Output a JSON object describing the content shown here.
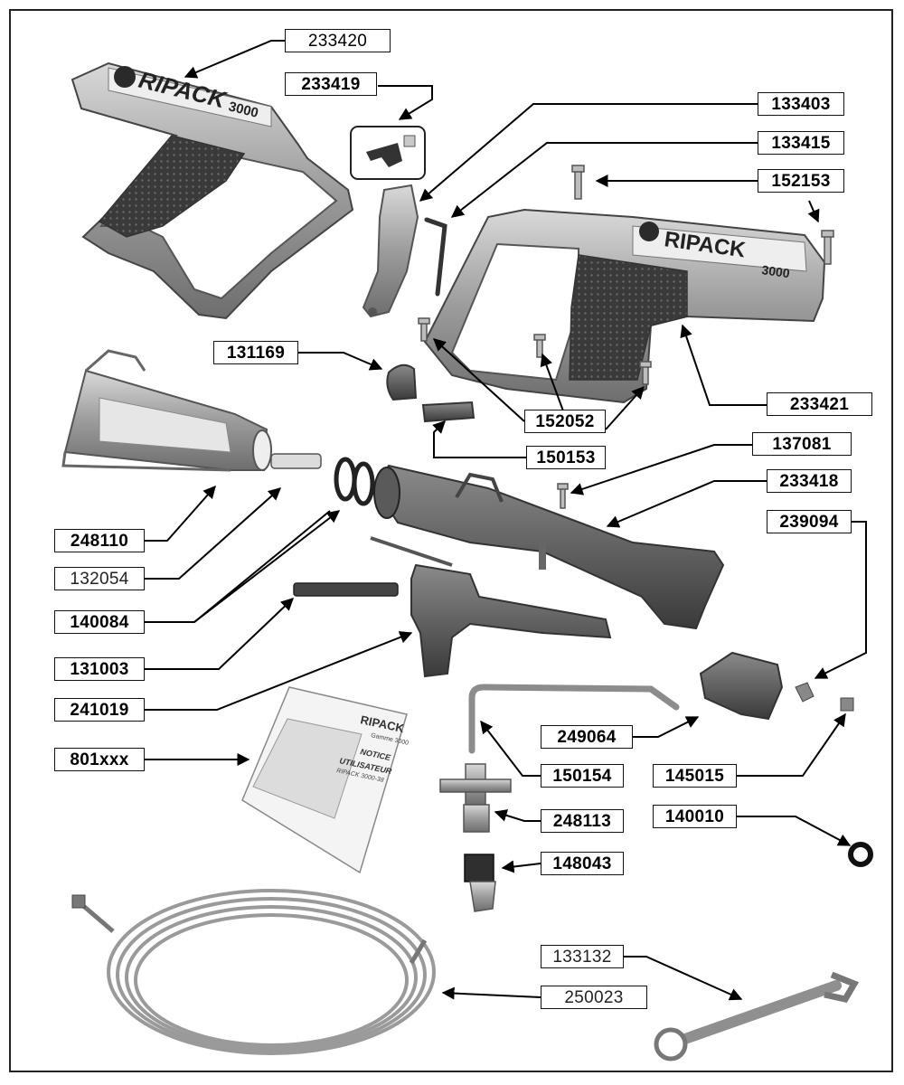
{
  "brand": {
    "name": "RIPACK",
    "model": "3000",
    "manual_line1": "NOTICE",
    "manual_line2": "UTILISATEUR",
    "manual_line3": "RIPACK 3000-38",
    "manual_line4": "Gamme 3000"
  },
  "colors": {
    "frame": "#222222",
    "part_gray": "#9a9a9a",
    "grip_dark": "#3c3c3c",
    "arrow": "#000000"
  },
  "labels": [
    {
      "id": "233420",
      "text": "233420",
      "weight": "normal"
    },
    {
      "id": "233419",
      "text": "233419",
      "weight": "bold"
    },
    {
      "id": "133403",
      "text": "133403",
      "weight": "bold"
    },
    {
      "id": "133415",
      "text": "133415",
      "weight": "bold"
    },
    {
      "id": "152153",
      "text": "152153",
      "weight": "bold"
    },
    {
      "id": "131169",
      "text": "131169",
      "weight": "bold"
    },
    {
      "id": "233421",
      "text": "233421",
      "weight": "bold"
    },
    {
      "id": "152052",
      "text": "152052",
      "weight": "bold"
    },
    {
      "id": "150153",
      "text": "150153",
      "weight": "bold"
    },
    {
      "id": "137081",
      "text": "137081",
      "weight": "bold"
    },
    {
      "id": "233418",
      "text": "233418",
      "weight": "bold"
    },
    {
      "id": "239094",
      "text": "239094",
      "weight": "bold"
    },
    {
      "id": "248110",
      "text": "248110",
      "weight": "bold"
    },
    {
      "id": "132054",
      "text": "132054",
      "weight": "normal"
    },
    {
      "id": "140084",
      "text": "140084",
      "weight": "bold"
    },
    {
      "id": "131003",
      "text": "131003",
      "weight": "bold"
    },
    {
      "id": "241019",
      "text": "241019",
      "weight": "bold"
    },
    {
      "id": "249064",
      "text": "249064",
      "weight": "bold"
    },
    {
      "id": "801xxx",
      "text": "801xxx",
      "weight": "bold"
    },
    {
      "id": "150154",
      "text": "150154",
      "weight": "bold"
    },
    {
      "id": "145015",
      "text": "145015",
      "weight": "bold"
    },
    {
      "id": "248113",
      "text": "248113",
      "weight": "bold"
    },
    {
      "id": "140010",
      "text": "140010",
      "weight": "bold"
    },
    {
      "id": "148043",
      "text": "148043",
      "weight": "bold"
    },
    {
      "id": "133132",
      "text": "133132",
      "weight": "normal"
    },
    {
      "id": "250023",
      "text": "250023",
      "weight": "normal"
    }
  ]
}
